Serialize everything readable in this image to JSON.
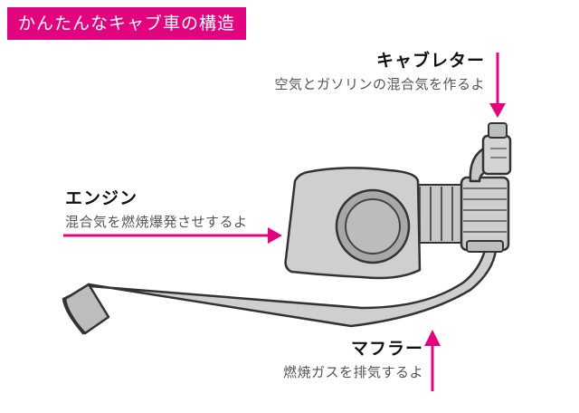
{
  "title": "かんたんなキャブ車の構造",
  "labels": {
    "carburetor": {
      "name": "キャブレター",
      "desc": "空気とガソリンの混合気を作るよ"
    },
    "engine": {
      "name": "エンジン",
      "desc": "混合気を燃焼爆発させするよ"
    },
    "muffler": {
      "name": "マフラー",
      "desc": "燃焼ガスを排気するよ"
    }
  },
  "colors": {
    "accent": "#e2047f",
    "part_fill": "#c9c9c9",
    "part_dark": "#9a9a9a",
    "outline": "#333333"
  }
}
